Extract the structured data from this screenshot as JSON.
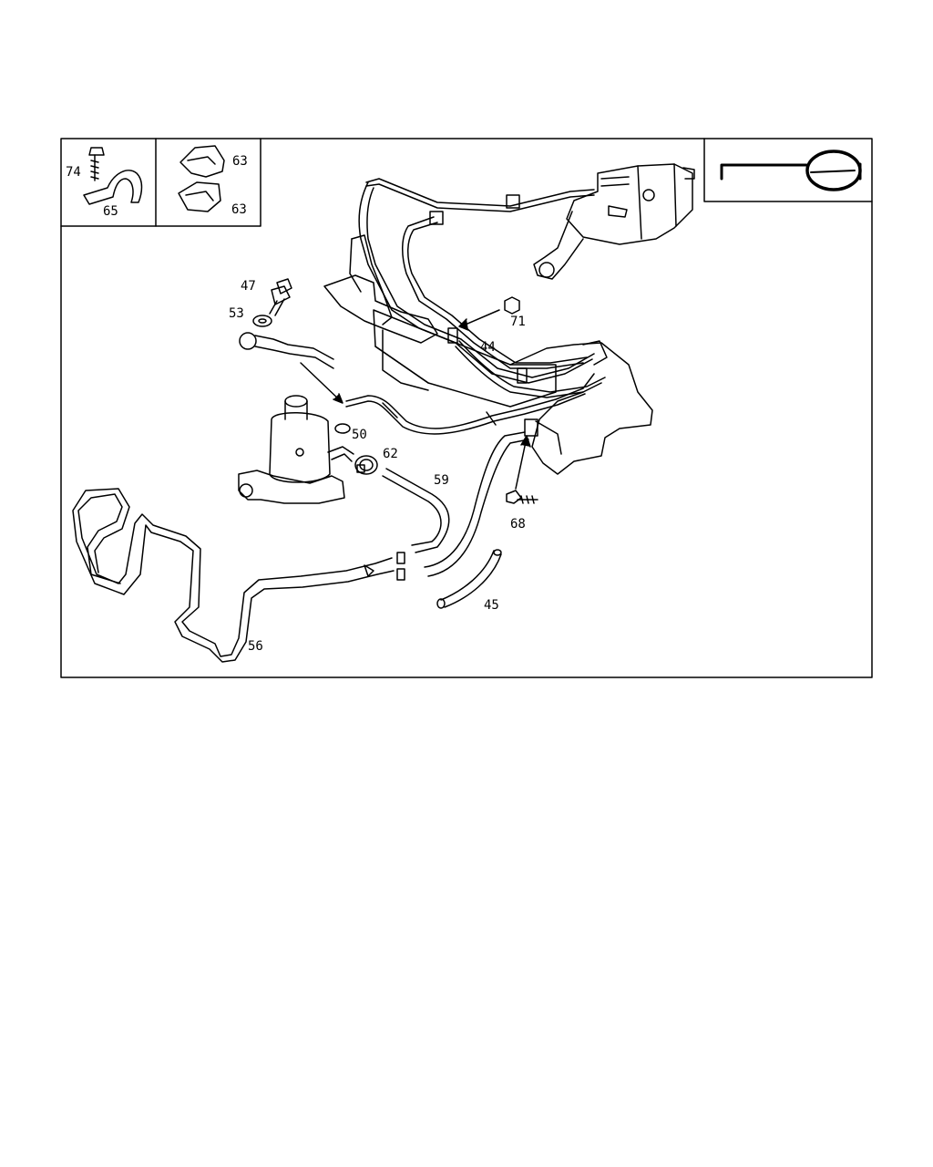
{
  "callouts": {
    "c74": "74",
    "c65": "65",
    "c63a": "63",
    "c63b": "63",
    "c47": "47",
    "c53": "53",
    "c71": "71",
    "c44": "44",
    "c50": "50",
    "c62": "62",
    "c59": "59",
    "c68": "68",
    "c45": "45",
    "c56": "56"
  },
  "icons": {
    "steering": "steering-wheel-icon",
    "bolt": "bolt-icon",
    "clamp": "clamp-icon"
  },
  "colors": {
    "line": "#000000",
    "background": "#ffffff"
  }
}
